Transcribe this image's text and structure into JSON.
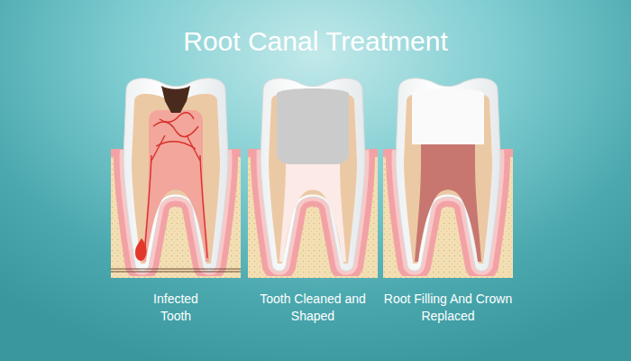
{
  "diagram": {
    "title": "Root Canal Treatment",
    "labels": [
      "Infected Tooth",
      "Tooth Cleaned and Shaped",
      "Root Filling And Crown Replaced"
    ]
  }
}
